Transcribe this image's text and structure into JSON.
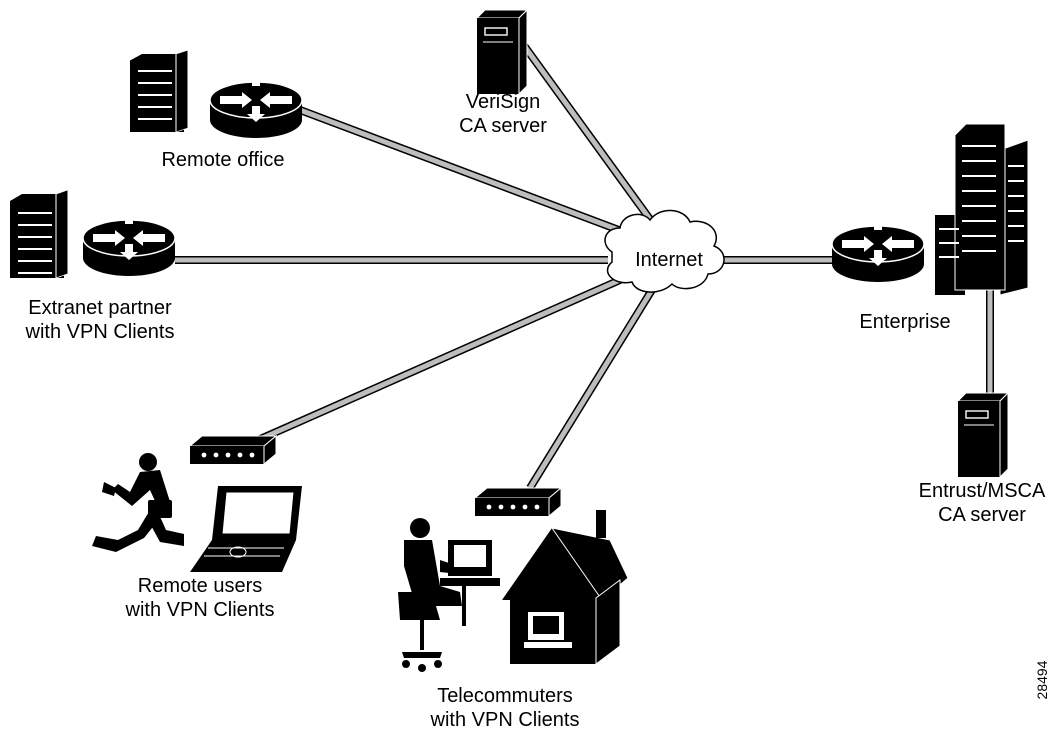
{
  "labels": {
    "remote_office": "Remote office",
    "verisign": [
      "VeriSign",
      "CA server"
    ],
    "extranet": [
      "Extranet partner",
      "with VPN Clients"
    ],
    "internet": "Internet",
    "enterprise": "Enterprise",
    "entrust": [
      "Entrust/MSCA",
      "CA server"
    ],
    "remote_users": [
      "Remote users",
      "with VPN Clients"
    ],
    "telecommuters": [
      "Telecommuters",
      "with VPN Clients"
    ]
  },
  "figure_number": "28494",
  "colors": {
    "line": "#bdbdbd",
    "line_edge": "#000000",
    "icon": "#000000",
    "background": "#ffffff"
  }
}
